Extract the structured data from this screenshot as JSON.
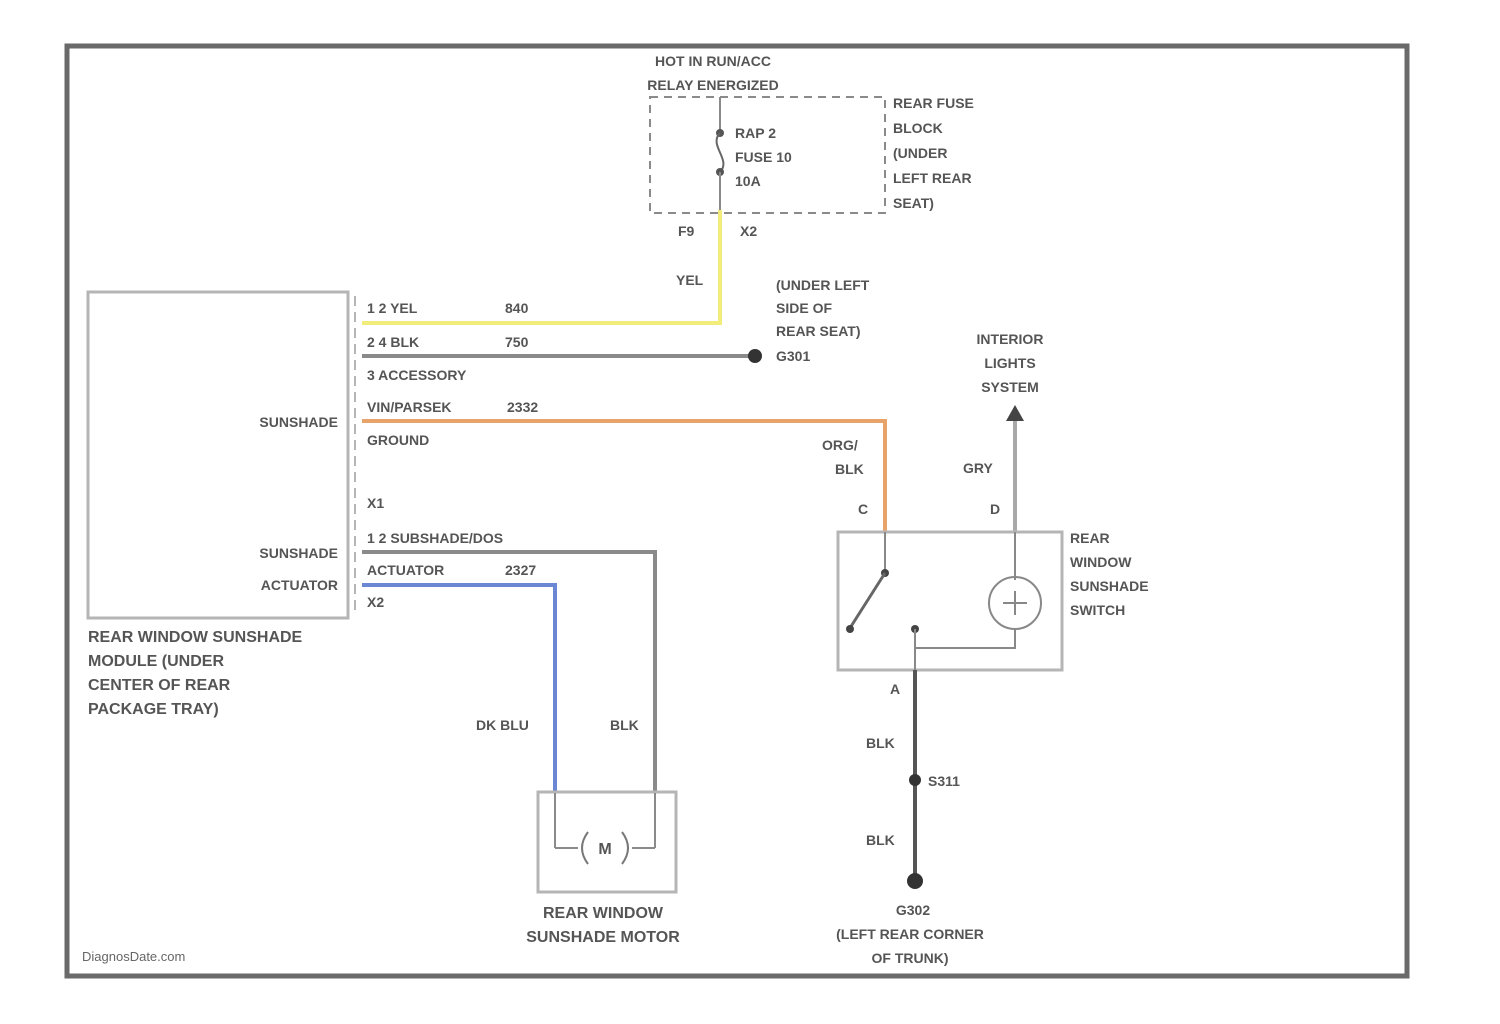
{
  "fuse_block": {
    "supply_label_1": "HOT IN RUN/ACC",
    "supply_label_2": "RELAY ENERGIZED",
    "fuse_line_1": "RAP 2",
    "fuse_line_2": "FUSE 10",
    "fuse_line_3": "10A",
    "block_line_1": "REAR FUSE",
    "block_line_2": "BLOCK",
    "block_line_3": "(UNDER",
    "block_line_4": "LEFT REAR",
    "block_line_5": "SEAT)",
    "pin_left": "F9",
    "pin_right": "X2"
  },
  "wires": {
    "yel_label": "YEL",
    "ground_loc_1": "(UNDER LEFT",
    "ground_loc_2": "SIDE OF",
    "ground_loc_3": "REAR SEAT)",
    "ground_id": "G301",
    "org_blk_1": "ORG/",
    "org_blk_2": "BLK",
    "gry": "GRY",
    "dk_blu": "DK BLU",
    "blk_motor": "BLK",
    "blk_sw_1": "BLK",
    "blk_sw_2": "BLK",
    "splice": "S311"
  },
  "module": {
    "pin_1": "1 2 YEL",
    "pin_1_circuit": "840",
    "pin_2": "2 4 BLK",
    "pin_2_circuit": "750",
    "pin_3": "3 ACCESSORY",
    "pin_4": "VIN/PARSEK",
    "pin_4_circuit": "2332",
    "pin_5": "GROUND",
    "pin_6": "X1",
    "sunshade_label": "SUNSHADE",
    "sunshade_act_1": "SUNSHADE",
    "sunshade_act_2": "ACTUATOR",
    "pin_7": "1 2 SUBSHADE/DOS",
    "pin_8": "ACTUATOR",
    "pin_8_circuit": "2327",
    "pin_9": "X2",
    "name_1": "REAR WINDOW SUNSHADE",
    "name_2": "MODULE (UNDER",
    "name_3": "CENTER OF REAR",
    "name_4": "PACKAGE TRAY)"
  },
  "motor": {
    "symbol": "M",
    "name_1": "REAR WINDOW",
    "name_2": "SUNSHADE MOTOR"
  },
  "switch": {
    "pin_c": "C",
    "pin_d": "D",
    "pin_a": "A",
    "name_1": "REAR",
    "name_2": "WINDOW",
    "name_3": "SUNSHADE",
    "name_4": "SWITCH"
  },
  "interior": {
    "line_1": "INTERIOR",
    "line_2": "LIGHTS",
    "line_3": "SYSTEM"
  },
  "ground_g302": {
    "id": "G302",
    "loc_1": "(LEFT REAR CORNER",
    "loc_2": "OF TRUNK)"
  },
  "watermark": "DiagnosDate.com",
  "colors": {
    "yellow_wire": "#f2ec7a",
    "orange_wire": "#e7a36a",
    "blue_wire": "#6c86d6",
    "gray_wire": "#8a8a8a",
    "border": "#6a6a6a"
  }
}
